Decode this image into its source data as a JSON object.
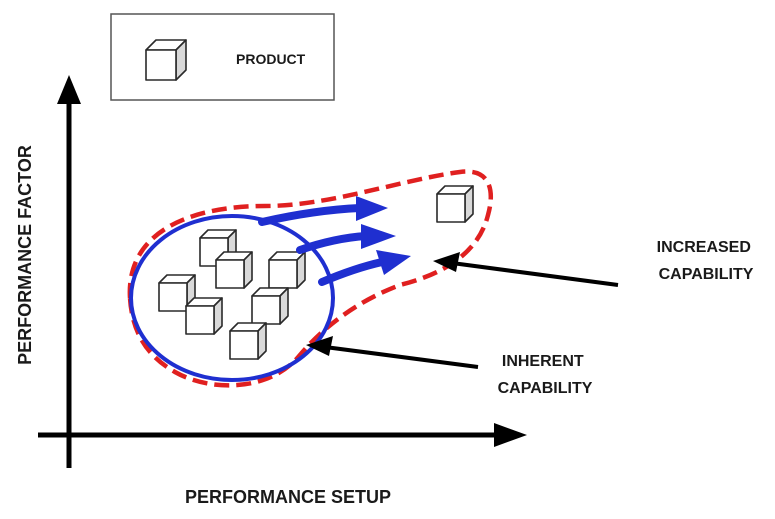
{
  "legend": {
    "label": "PRODUCT",
    "icon": "cube-icon"
  },
  "axes": {
    "y_label": "PERFORMANCE FACTOR",
    "x_label": "PERFORMANCE SETUP"
  },
  "annotations": {
    "increased_line1": "INCREASED",
    "increased_line2": "CAPABILITY",
    "inherent_line1": "INHERENT",
    "inherent_line2": "CAPABILITY"
  },
  "colors": {
    "inherent_region": "#1f2fd0",
    "increased_region": "#e02020",
    "arrows": "#1f2fd0",
    "axes": "#000000"
  }
}
